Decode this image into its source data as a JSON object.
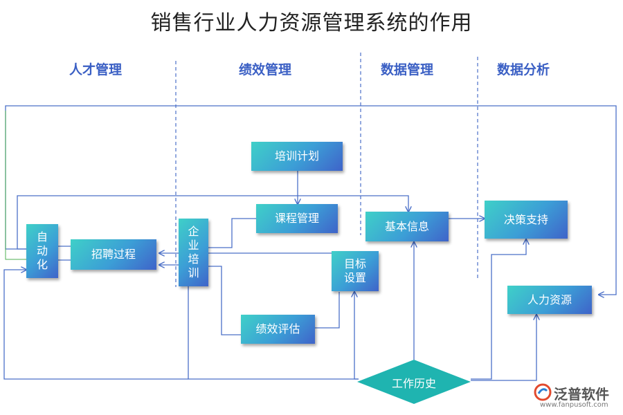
{
  "title": "销售行业人力资源管理系统的作用",
  "sections": {
    "talent": "人才管理",
    "performance": "绩效管理",
    "data_mgmt": "数据管理",
    "data_analysis": "数据分析"
  },
  "nodes": {
    "automation": "自动化",
    "recruitment": "招聘过程",
    "enterprise_training": "企业培训",
    "training_plan": "培训计划",
    "course_mgmt": "课程管理",
    "performance_eval": "绩效评估",
    "goal_setting": "目标设置",
    "basic_info": "基本信息",
    "decision_support": "决策支持",
    "human_resources": "人力资源",
    "work_history": "工作历史"
  },
  "logo": {
    "name": "泛普软件",
    "url": "www.fanpusoft.com"
  },
  "colors": {
    "line": "#4a6fc8",
    "node_start": "#3fd0c8",
    "node_end": "#3f63c9",
    "section_text": "#3a5fc4"
  }
}
